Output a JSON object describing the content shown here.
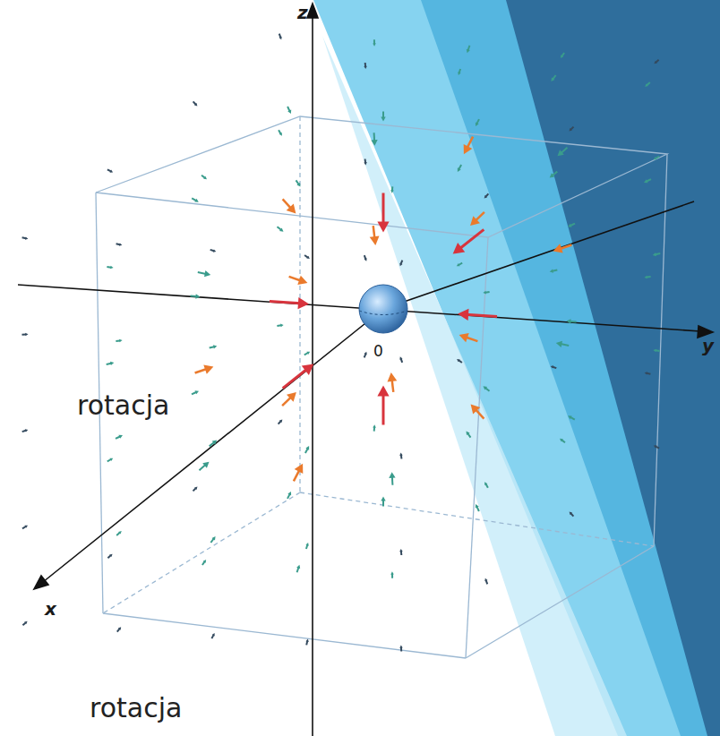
{
  "diagram": {
    "labels": [
      "z",
      "rotacja",
      "0",
      "y",
      "x",
      "rotacja"
    ]
  }
}
